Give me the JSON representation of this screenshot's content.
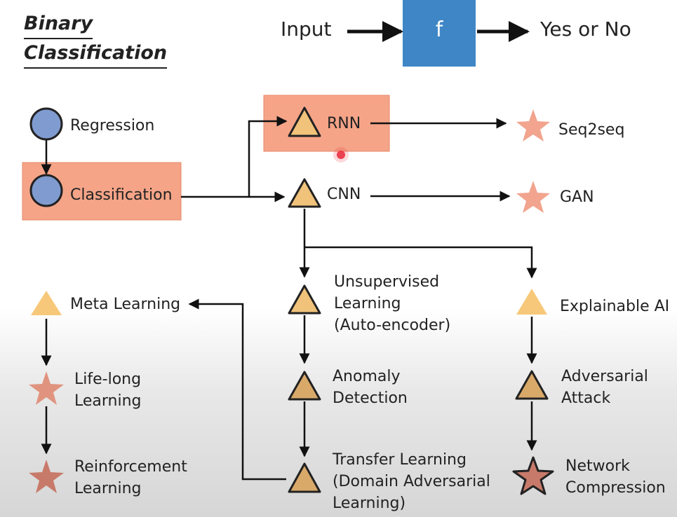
{
  "title": {
    "line1": "Binary",
    "line2": "Classification"
  },
  "flow": {
    "input": "Input",
    "function": "f",
    "output": "Yes or No"
  },
  "nodes": {
    "regression": "Regression",
    "classification": "Classification",
    "rnn": "RNN",
    "cnn": "CNN",
    "seq2seq": "Seq2seq",
    "gan": "GAN",
    "meta_learning": "Meta Learning",
    "life_long_learning": "Life-long\nLearning",
    "reinforcement_learning": "Reinforcement\nLearning",
    "unsupervised_learning": "Unsupervised\nLearning\n(Auto-encoder)",
    "anomaly_detection": "Anomaly\nDetection",
    "transfer_learning": "Transfer Learning\n(Domain Adversarial\nLearning)",
    "explainable_ai": "Explainable AI",
    "adversarial_attack": "Adversarial\nAttack",
    "network_compression": "Network\nCompression"
  },
  "colors": {
    "circle_fill": "#7f9bd0",
    "highlight_box": "#f5a488",
    "triangle_fill": "#f0c27a",
    "triangle_dark_fill": "#d9a96a",
    "star_fill": "#f2a48e",
    "star_dark_fill": "#c87a6a",
    "function_box": "#3f86c6",
    "pointer_dot": "#e8283a"
  }
}
